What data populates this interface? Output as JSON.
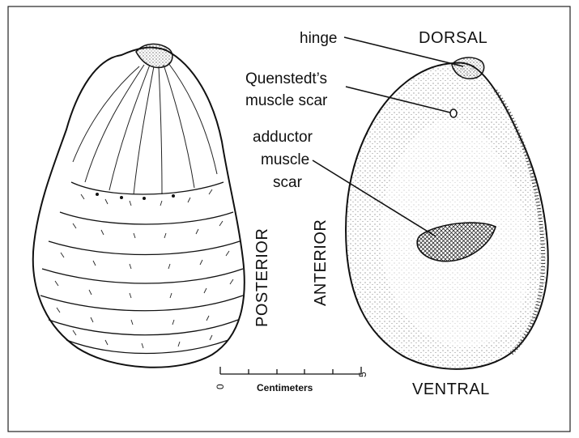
{
  "orientation": {
    "dorsal": "DORSAL",
    "ventral": "VENTRAL",
    "posterior": "POSTERIOR",
    "anterior": "ANTERIOR"
  },
  "labels": {
    "hinge": "hinge",
    "quenstedt_line1": "Quenstedt’s",
    "quenstedt_line2": "muscle scar",
    "adductor_line1": "adductor",
    "adductor_line2": "muscle",
    "adductor_line3": "scar"
  },
  "scale": {
    "unit_label": "Centimeters",
    "start": "0",
    "end": "5"
  }
}
